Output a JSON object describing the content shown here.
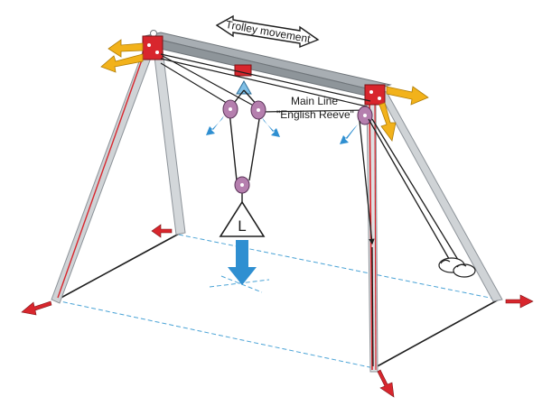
{
  "labels": {
    "trolley": "Trolley movement",
    "main_line": "Main Line",
    "reeve": "\"English Reeve\"",
    "load": "L"
  },
  "colors": {
    "frame_leg": "#c9cdd1",
    "beam": "#9aa0a6",
    "red_line": "#d8262d",
    "force_arrow": "#d8262d",
    "outward_arrow": "#f2b21b",
    "down_arrow": "#2f8fd1",
    "pulley": "#b57fae",
    "rope": "#1e1e1e",
    "dash": "#4aa3d6"
  }
}
